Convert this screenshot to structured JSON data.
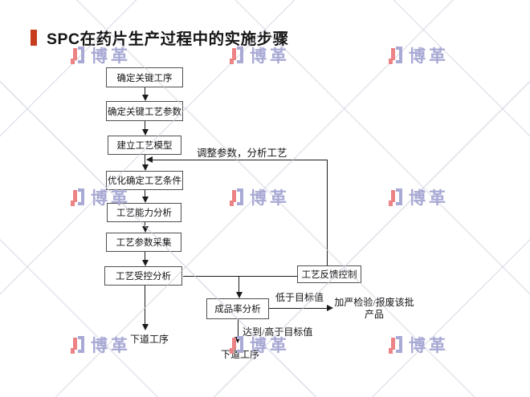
{
  "title": {
    "text": "SPC在药片生产过程中的实施步骤"
  },
  "watermark": {
    "brand": "博革"
  },
  "colors": {
    "accent": "#c63d1d",
    "line": "#1b1b1b",
    "watermark_purple": "#a8a9d4",
    "watermark_red": "#ec8384"
  },
  "flowchart": {
    "steps": [
      {
        "label": "确定关键工序"
      },
      {
        "label": "确定关键工艺参数"
      },
      {
        "label": "建立工艺模型"
      },
      {
        "label": "优化确定工艺条件"
      },
      {
        "label": "工艺能力分析"
      },
      {
        "label": "工艺参数采集"
      },
      {
        "label": "工艺受控分析"
      }
    ],
    "feedback_box": {
      "label": "工艺反馈控制"
    },
    "yield_box": {
      "label": "成品率分析"
    },
    "labels": {
      "adjust": "调整参数，分析工艺",
      "below_target": "低于目标值",
      "reach_target": "达到/高于目标值",
      "scrap_line1": "加严检验/报废该批",
      "scrap_line2": "产品",
      "next_process_left": "下道工序",
      "next_process_bottom": "下道工序"
    }
  }
}
